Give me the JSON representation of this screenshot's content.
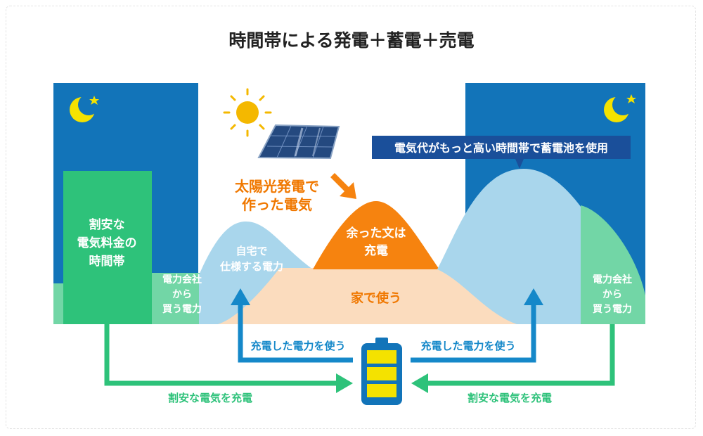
{
  "title": "時間帯による発電＋蓄電＋売電",
  "colors": {
    "night": "#1274b9",
    "cheap": "#2ec27a",
    "buy": "#72d6a6",
    "self_use": "#a9d6ec",
    "home": "#fbdcbe",
    "surplus": "#f6830f",
    "arrow_blue": "#1588c9",
    "arrow_green": "#2ec27a",
    "battery": "#1274b9",
    "battery_cell": "#f4e200",
    "sun": "#f4b800",
    "callout": "#1a4f9a",
    "orange_text": "#f07800"
  },
  "icons": {
    "moon_left": "crescent-moon-icon",
    "moon_right": "crescent-moon-icon",
    "sun": "sun-icon",
    "panel": "solar-panel-icon",
    "battery": "battery-icon"
  },
  "labels": {
    "cheap_rate": [
      "割安な",
      "電気料金の",
      "時間帯"
    ],
    "buy_left": [
      "電力会社",
      "から",
      "買う電力"
    ],
    "buy_right": [
      "電力会社",
      "から",
      "買う電力"
    ],
    "self_use": [
      "自宅で",
      "仕様する電力"
    ],
    "solar": [
      "太陽光発電で",
      "作った電気"
    ],
    "surplus": [
      "余った文は",
      "充電"
    ],
    "home_use": "家で使う",
    "callout": "電気代がもっと高い時間帯で蓄電池を使用",
    "use_charged_left": "充電した電力を使う",
    "use_charged_right": "充電した電力を使う",
    "charge_cheap_left": "割安な電気を充電",
    "charge_cheap_right": "割安な電気を充電"
  }
}
